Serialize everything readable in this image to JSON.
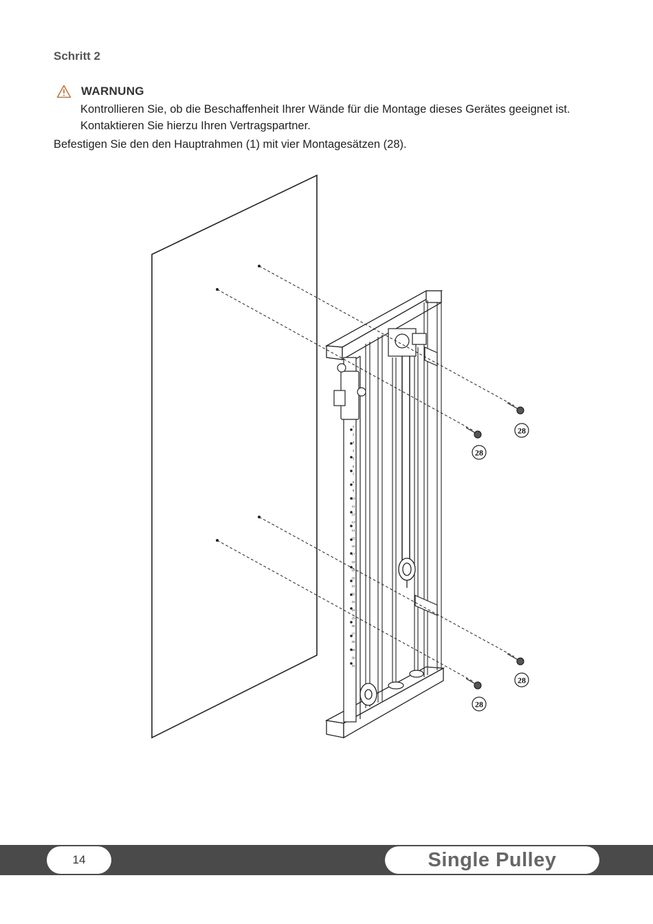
{
  "step": {
    "title": "Schritt 2"
  },
  "warning": {
    "icon": "warning-triangle-icon",
    "icon_color": "#c8773a",
    "title": "WARNUNG",
    "text": "Kontrollieren Sie, ob die Beschaffenheit Ihrer Wände für die Montage dieses Gerätes geeignet ist.  Kontaktieren Sie hierzu Ihren Vertragspartner."
  },
  "instruction": "Befestigen Sie den den Hauptrahmen (1) mit vier Montagesätzen (28).",
  "figure": {
    "part_labels": [
      "28",
      "28",
      "28",
      "28"
    ],
    "column_numbers": [
      "1",
      "2",
      "3",
      "4",
      "5",
      "6",
      "7",
      "8",
      "9",
      "10",
      "11",
      "12",
      "13",
      "14",
      "15",
      "16",
      "17",
      "18",
      "19",
      "20",
      "21",
      "22",
      "23",
      "24",
      "25",
      "26",
      "27",
      "28",
      "29",
      "30",
      "31"
    ]
  },
  "footer": {
    "page_number": "14",
    "product_name": "Single Pulley",
    "bar_color": "#4a4a4a"
  }
}
